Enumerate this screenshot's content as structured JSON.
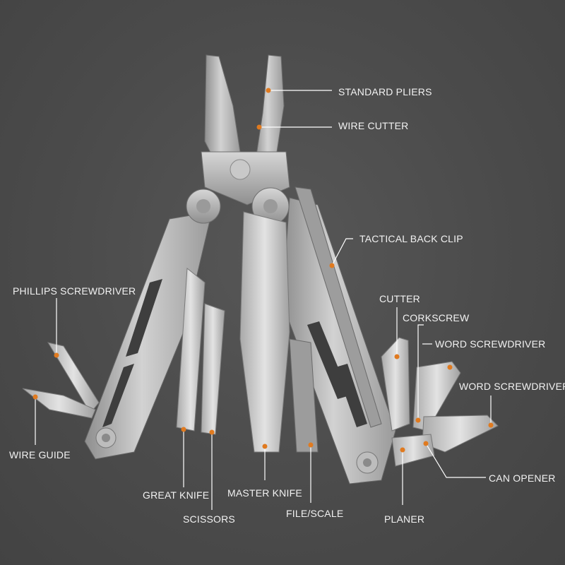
{
  "colors": {
    "background": "#4a4a4a",
    "steel": "#b9b9b9",
    "dot": "#e07a1f",
    "line": "#ffffff"
  },
  "labels": {
    "standard_pliers": "STANDARD PLIERS",
    "wire_cutter": "WIRE CUTTER",
    "tactical_back_clip": "TACTICAL BACK CLIP",
    "phillips_screwdriver": "PHILLIPS SCREWDRIVER",
    "cutter": "CUTTER",
    "corkscrew": "CORKSCREW",
    "word_screwdriver_1": "WORD SCREWDRIVER",
    "word_screwdriver_2": "WORD SCREWDRIVER",
    "wire_guide": "WIRE GUIDE",
    "great_knife": "GREAT KNIFE",
    "scissors": "SCISSORS",
    "master_knife": "MASTER KNIFE",
    "file_scale": "FILE/SCALE",
    "planer": "PLANER",
    "can_opener": "CAN OPENER"
  }
}
